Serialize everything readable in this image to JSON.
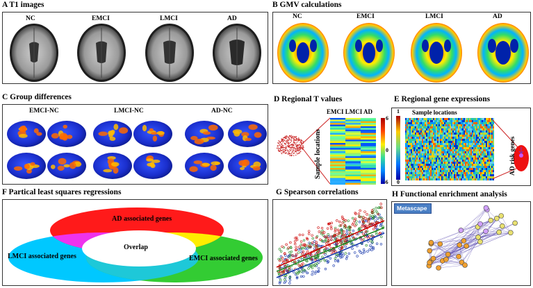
{
  "panels": {
    "a": {
      "title": "A T1 images",
      "labels": [
        "NC",
        "EMCI",
        "LMCI",
        "AD"
      ]
    },
    "b": {
      "title": "B GMV calculations",
      "labels": [
        "NC",
        "EMCI",
        "LMCI",
        "AD"
      ]
    },
    "c": {
      "title": "C Group differences",
      "labels": [
        "EMCI-NC",
        "LMCI-NC",
        "AD-NC"
      ]
    },
    "d": {
      "title": "D Regional T values",
      "columns": "EMCI LMCI AD",
      "axis": "Sample locations",
      "scale": [
        "6",
        "0",
        "-6"
      ]
    },
    "e": {
      "title": "E Regional gene expressions",
      "axis": "Sample locations",
      "side": "AD risk genes",
      "scale": [
        "1",
        "0"
      ]
    },
    "f": {
      "title": "F Partical least squares regressions",
      "ad": "AD associated genes",
      "lmci": "LMCI associated genes",
      "emci": "EMCI associated genes",
      "overlap": "Overlap"
    },
    "g": {
      "title": "G Spearson correlations"
    },
    "h": {
      "title": "H Functional enrichment analysis",
      "logo": "Metascape"
    }
  },
  "colors": {
    "red": "#ff1a1a",
    "green": "#33cc33",
    "cyan": "#00c8ff",
    "blue": "#1a33cc"
  }
}
